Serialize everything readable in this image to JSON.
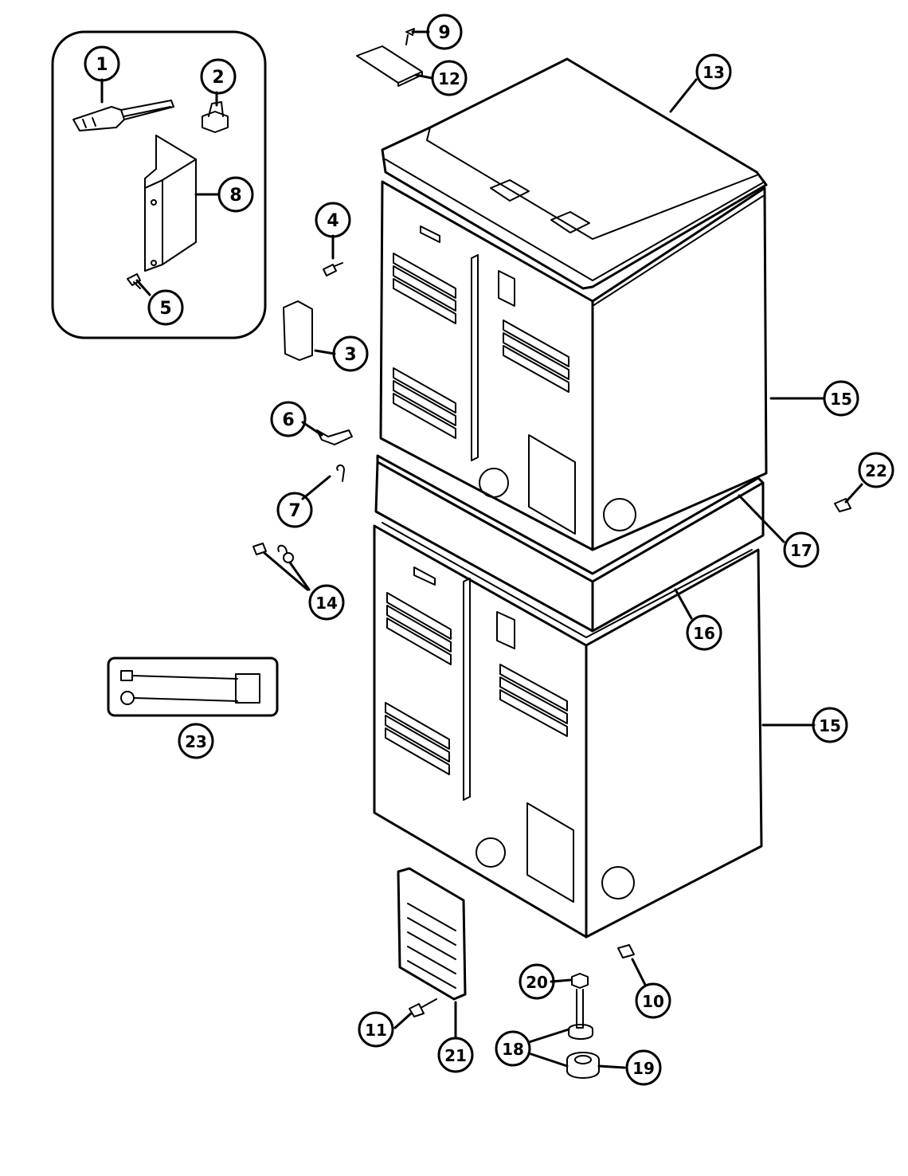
{
  "diagram": {
    "callouts": [
      {
        "id": "c1",
        "label": "1"
      },
      {
        "id": "c2",
        "label": "2"
      },
      {
        "id": "c3",
        "label": "3"
      },
      {
        "id": "c4",
        "label": "4"
      },
      {
        "id": "c5",
        "label": "5"
      },
      {
        "id": "c6",
        "label": "6"
      },
      {
        "id": "c7",
        "label": "7"
      },
      {
        "id": "c8",
        "label": "8"
      },
      {
        "id": "c9",
        "label": "9"
      },
      {
        "id": "c10",
        "label": "10"
      },
      {
        "id": "c11",
        "label": "11"
      },
      {
        "id": "c12",
        "label": "12"
      },
      {
        "id": "c13",
        "label": "13"
      },
      {
        "id": "c14",
        "label": "14"
      },
      {
        "id": "c15a",
        "label": "15"
      },
      {
        "id": "c15b",
        "label": "15"
      },
      {
        "id": "c16",
        "label": "16"
      },
      {
        "id": "c17",
        "label": "17"
      },
      {
        "id": "c18",
        "label": "18"
      },
      {
        "id": "c19",
        "label": "19"
      },
      {
        "id": "c20",
        "label": "20"
      },
      {
        "id": "c21",
        "label": "21"
      },
      {
        "id": "c22",
        "label": "22"
      },
      {
        "id": "c23",
        "label": "23"
      }
    ]
  }
}
